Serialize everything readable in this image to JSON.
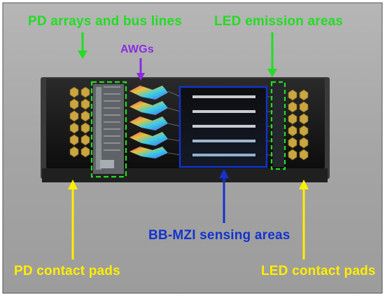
{
  "labels": {
    "pd_arrays": "PD arrays and bus lines",
    "led_emission": "LED emission areas",
    "awgs": "AWGs",
    "bb_mzi": "BB-MZI sensing areas",
    "pd_contact": "PD contact pads",
    "led_contact": "LED contact pads"
  },
  "colors": {
    "green": "#22dd22",
    "purple": "#8a2be2",
    "blue": "#1433cc",
    "yellow": "#ffee00",
    "background": "#a9a9a9",
    "chip": "#1a1a1a"
  }
}
